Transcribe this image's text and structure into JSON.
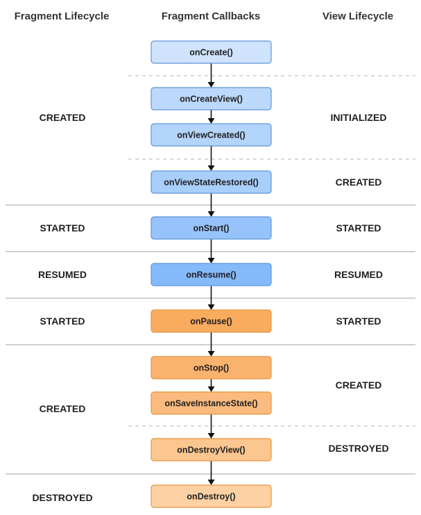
{
  "headers": {
    "fragment_lifecycle": "Fragment Lifecycle",
    "fragment_callbacks": "Fragment Callbacks",
    "view_lifecycle": "View Lifecycle"
  },
  "fragment_states": [
    "CREATED",
    "STARTED",
    "RESUMED",
    "STARTED",
    "CREATED",
    "DESTROYED"
  ],
  "callbacks": [
    {
      "name": "onCreate()",
      "phase": "up",
      "fill": "#cfe3fc"
    },
    {
      "name": "onCreateView()",
      "phase": "up",
      "fill": "#bcd9fb"
    },
    {
      "name": "onViewCreated()",
      "phase": "up",
      "fill": "#b3d4fb"
    },
    {
      "name": "onViewStateRestored()",
      "phase": "up",
      "fill": "#a8cefb"
    },
    {
      "name": "onStart()",
      "phase": "up",
      "fill": "#96c3fb"
    },
    {
      "name": "onResume()",
      "phase": "up",
      "fill": "#85bafa"
    },
    {
      "name": "onPause()",
      "phase": "down",
      "fill": "#f9ab5e"
    },
    {
      "name": "onStop()",
      "phase": "down",
      "fill": "#fab36e"
    },
    {
      "name": "onSaveInstanceState()",
      "phase": "down",
      "fill": "#fbbb7e"
    },
    {
      "name": "onDestroyView()",
      "phase": "down",
      "fill": "#fcc690"
    },
    {
      "name": "onDestroy()",
      "phase": "down",
      "fill": "#fdd1a4"
    }
  ],
  "view_states": [
    "INITIALIZED",
    "CREATED",
    "STARTED",
    "RESUMED",
    "STARTED",
    "CREATED",
    "DESTROYED"
  ],
  "colors": {
    "up_border": "#5e95d9",
    "down_border": "#e3953c",
    "divider": "#b5b5b5",
    "arrow": "#111111",
    "text": "#1f1f1f"
  }
}
